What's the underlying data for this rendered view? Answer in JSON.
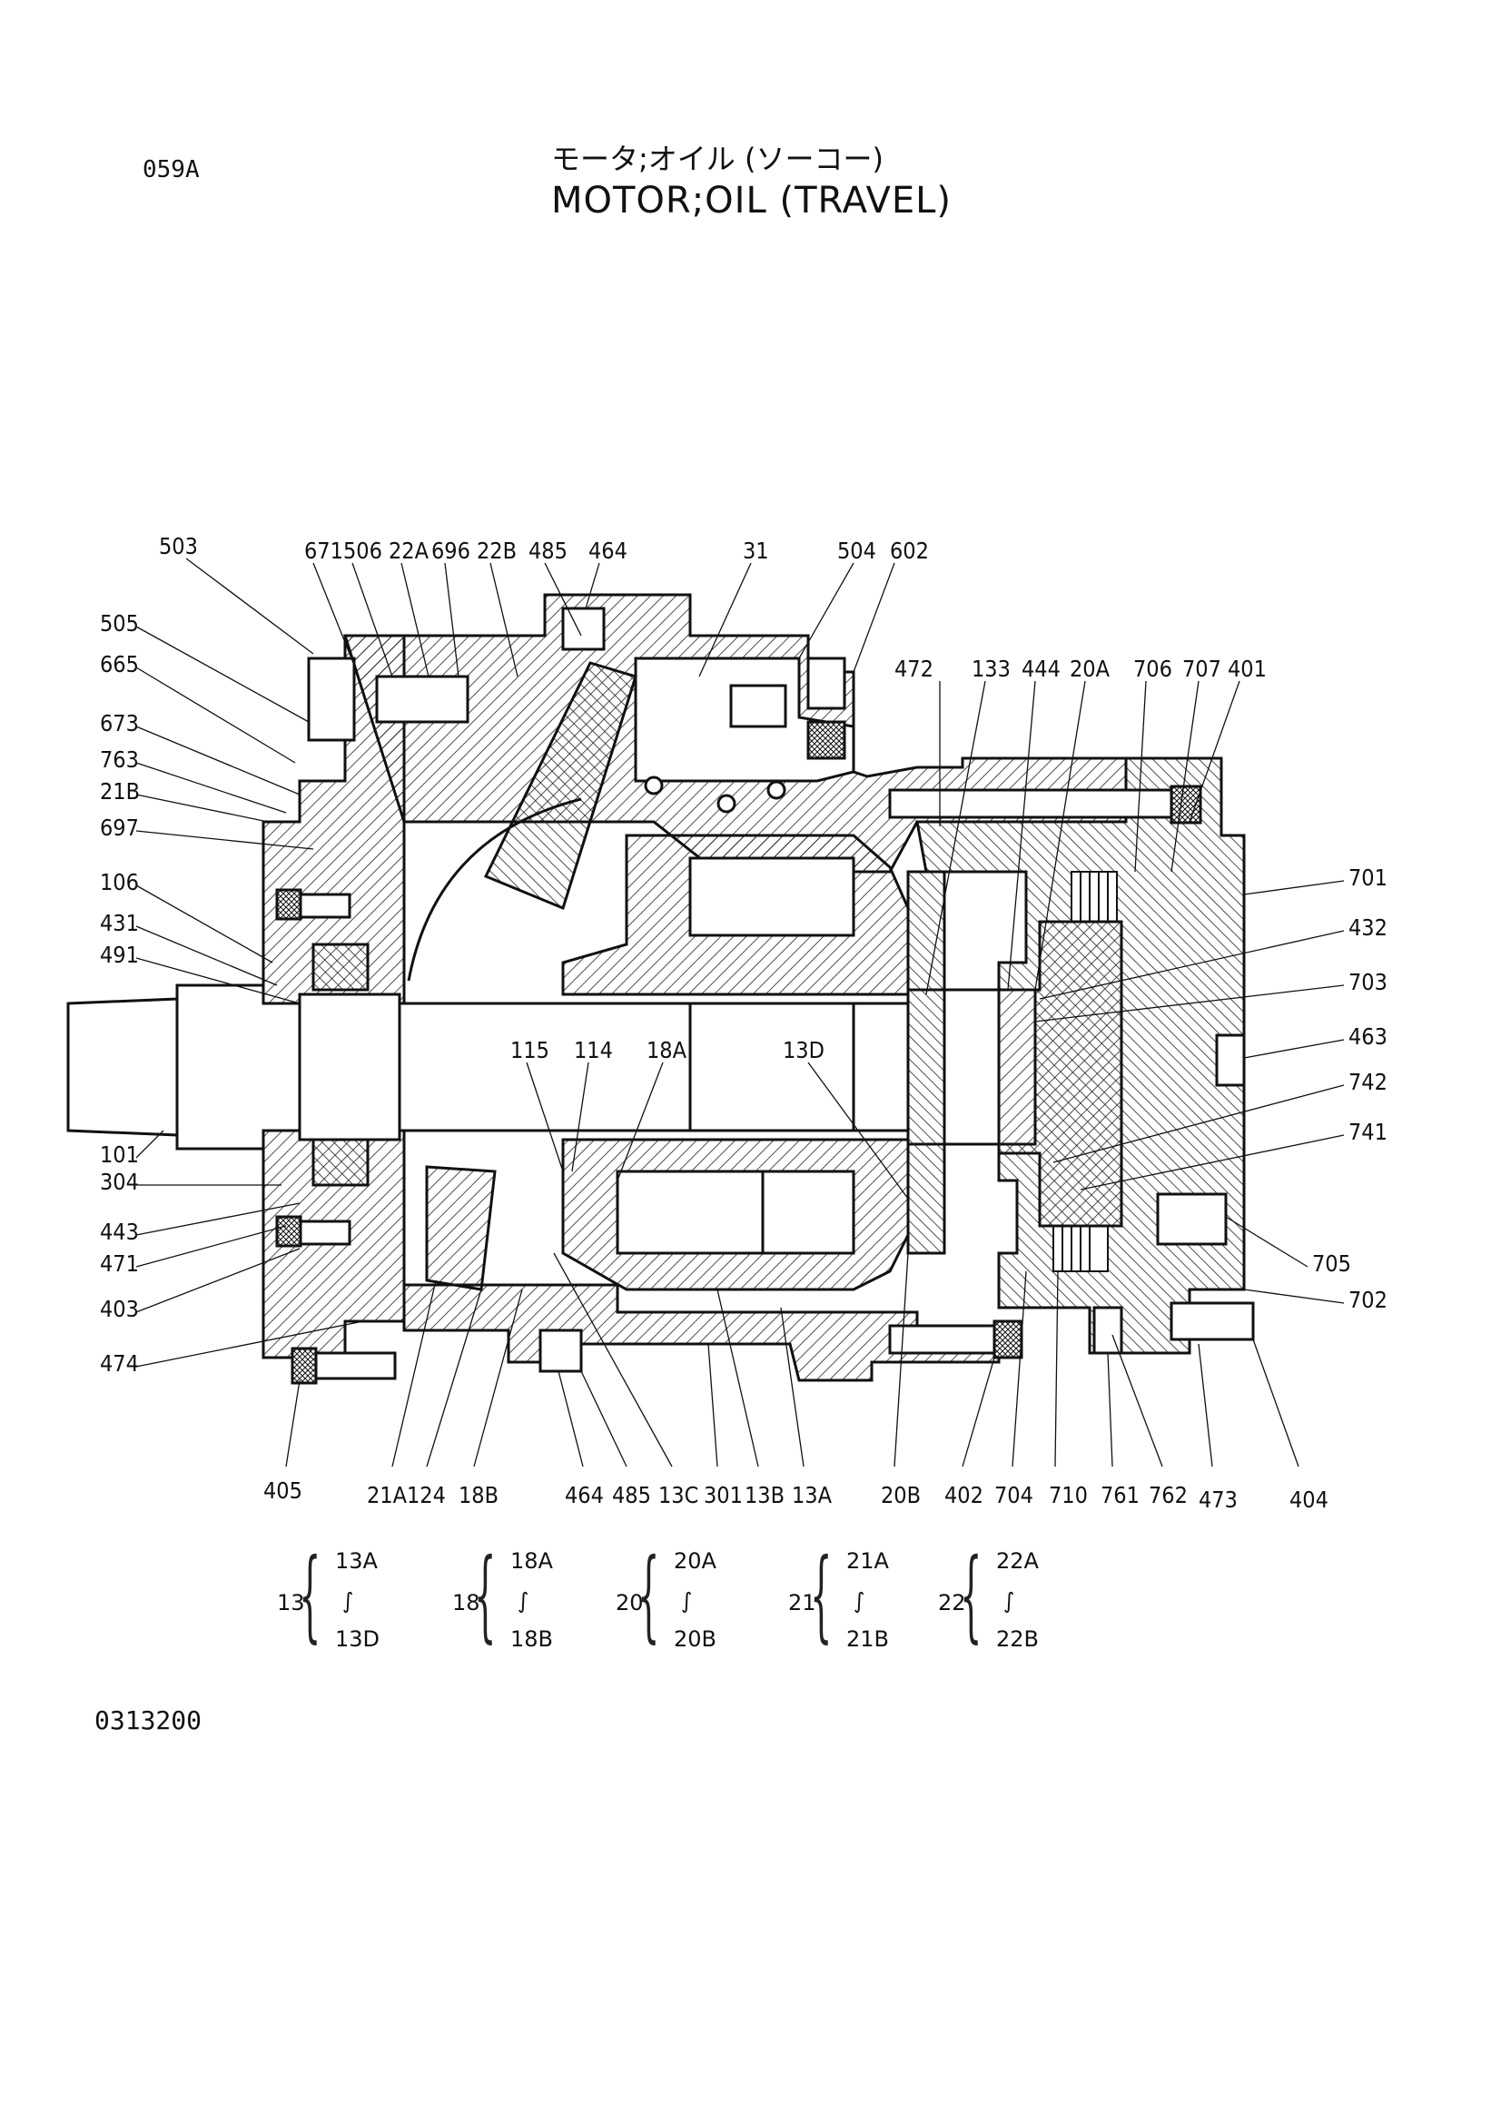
{
  "header": {
    "page_code": "059A",
    "title_jp": "モータ;オイル (ソーコー)",
    "title_en": "MOTOR;OIL (TRAVEL)"
  },
  "footer": {
    "doc_code": "0313200"
  },
  "callouts": {
    "top_row": [
      "671",
      "506",
      "22A",
      "696",
      "22B",
      "485",
      "464",
      "31",
      "504",
      "602"
    ],
    "top_right_row": [
      "472",
      "133",
      "444",
      "20A",
      "706",
      "707",
      "401"
    ],
    "left_column": [
      "503",
      "505",
      "665",
      "673",
      "763",
      "21B",
      "697",
      "106",
      "431",
      "491",
      "101",
      "304",
      "443",
      "471",
      "403",
      "474"
    ],
    "right_column": [
      "701",
      "432",
      "703",
      "463",
      "742",
      "741",
      "705",
      "702"
    ],
    "inner": [
      "115",
      "114",
      "18A",
      "13D"
    ],
    "bottom_row": [
      "405",
      "21A",
      "124",
      "18B",
      "464",
      "485",
      "13C",
      "301",
      "13B",
      "13A",
      "20B",
      "402",
      "704",
      "710",
      "761",
      "762",
      "473",
      "404"
    ]
  },
  "groups": [
    {
      "id": "13",
      "first": "13A",
      "wave": "∫",
      "last": "13D"
    },
    {
      "id": "18",
      "first": "18A",
      "wave": "∫",
      "last": "18B"
    },
    {
      "id": "20",
      "first": "20A",
      "wave": "∫",
      "last": "20B"
    },
    {
      "id": "21",
      "first": "21A",
      "wave": "∫",
      "last": "21B"
    },
    {
      "id": "22",
      "first": "22A",
      "wave": "∫",
      "last": "22B"
    }
  ]
}
